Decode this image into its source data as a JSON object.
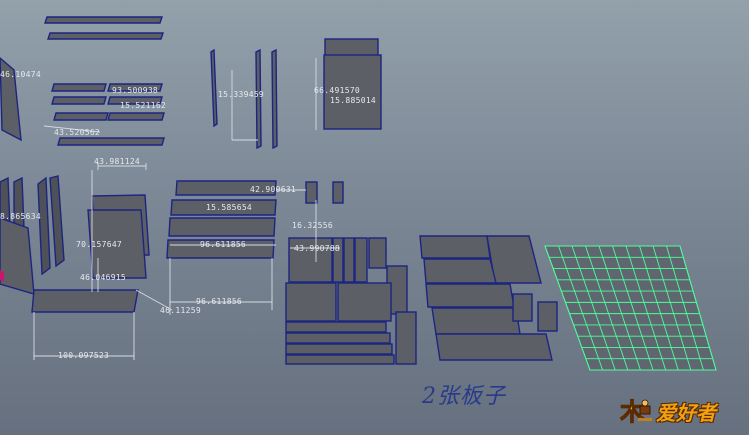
{
  "viewport": {
    "background_top": "#93a1ab",
    "background_bottom": "#66707f",
    "panel_color": "#5d5f66",
    "edge_color": "#1c2580",
    "grid_color": "#4dff9a"
  },
  "dimensions": [
    "46.10474",
    "93.500938",
    "15.521162",
    "15.339459",
    "43.520562",
    "66.491570",
    "15.885014",
    "43.981124",
    "42.900631",
    "15.585654",
    "70.157647",
    "16.32556",
    "96.611856",
    "43.990788",
    "46.046915",
    "96.611856",
    "46.11259",
    "100.097523",
    "8.865634"
  ],
  "caption": "2张板子",
  "logo": {
    "text": "爱好者",
    "icon": "wood-craftsman-logo-icon"
  }
}
